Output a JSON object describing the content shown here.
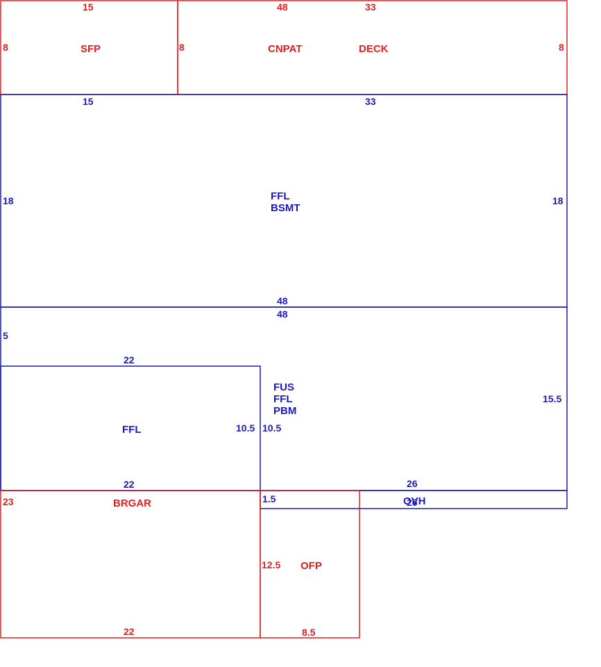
{
  "colors": {
    "red": "#e02020",
    "blue": "#1a1ab8"
  },
  "areas": {
    "sfp": {
      "label": "SFP",
      "color": "red"
    },
    "cnpat": {
      "label": "CNPAT",
      "color": "red"
    },
    "deck": {
      "label": "DECK",
      "color": "red"
    },
    "bsmt": {
      "label": "FFL\nBSMT",
      "color": "blue"
    },
    "main": {
      "label": "FUS\nFFL\nPBM",
      "color": "blue"
    },
    "ffl_left": {
      "label": "FFL",
      "color": "blue"
    },
    "brgar": {
      "label": "BRGAR",
      "color": "red"
    },
    "ofp": {
      "label": "OFP",
      "color": "red"
    },
    "ovh": {
      "label": "OVH",
      "color": "blue"
    }
  },
  "dimensions": {
    "sfp_top": "15",
    "cnpat_top": "48",
    "deck_top": "33",
    "sfp_left": "8",
    "cnpat_left": "8",
    "deck_right": "8",
    "bsmt_top_15": "15",
    "bsmt_top_33": "33",
    "bsmt_left": "18",
    "bsmt_right": "18",
    "bsmt_bottom": "48",
    "main_top": "48",
    "main_left": "5",
    "main_right": "15.5",
    "ffl_top": "22",
    "ffl_right": "10.5",
    "ffl_bottom": "22",
    "main_inner_left": "10.5",
    "main_bottom": "26",
    "ovh_left": "1.5",
    "ovh_bottom": "26",
    "brgar_left": "23",
    "brgar_bottom": "22",
    "ofp_left": "12.5",
    "ofp_bottom": "8.5"
  }
}
